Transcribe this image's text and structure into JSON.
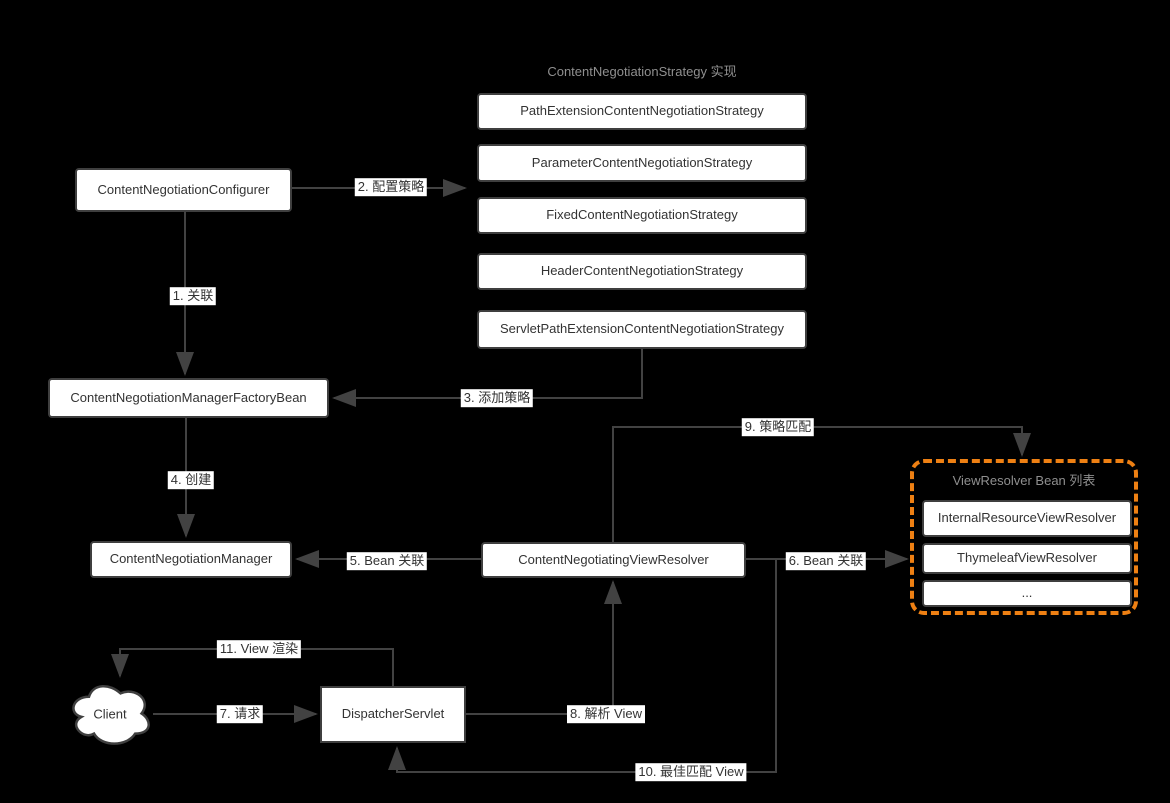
{
  "colors": {
    "bg": "#000000",
    "box-fill": "#ffffff",
    "box-border": "#3f3f3f",
    "line": "#424242",
    "accent": "#EE8013",
    "muted": "#8f8f8f",
    "text": "#333333"
  },
  "strategy_group": {
    "title": "ContentNegotiationStrategy 实现",
    "items": [
      "PathExtensionContentNegotiationStrategy",
      "ParameterContentNegotiationStrategy",
      "FixedContentNegotiationStrategy",
      "HeaderContentNegotiationStrategy",
      "ServletPathExtensionContentNegotiationStrategy"
    ]
  },
  "view_resolver_group": {
    "title": "ViewResolver Bean 列表",
    "items": [
      "InternalResourceViewResolver",
      "ThymeleafViewResolver",
      "..."
    ]
  },
  "nodes": {
    "configurer": "ContentNegotiationConfigurer",
    "factory_bean": "ContentNegotiationManagerFactoryBean",
    "manager": "ContentNegotiationManager",
    "negotiating_view_resolver": "ContentNegotiatingViewResolver",
    "dispatcher_servlet": "DispatcherServlet",
    "client": "Client"
  },
  "edges": {
    "e1": "1. 关联",
    "e2": "2. 配置策略",
    "e3": "3. 添加策略",
    "e4": "4. 创建",
    "e5": "5. Bean 关联",
    "e6": "6. Bean 关联",
    "e7": "7. 请求",
    "e8": "8. 解析 View",
    "e9": "9. 策略匹配",
    "e10": "10. 最佳匹配 View",
    "e11": "11. View 渲染"
  }
}
